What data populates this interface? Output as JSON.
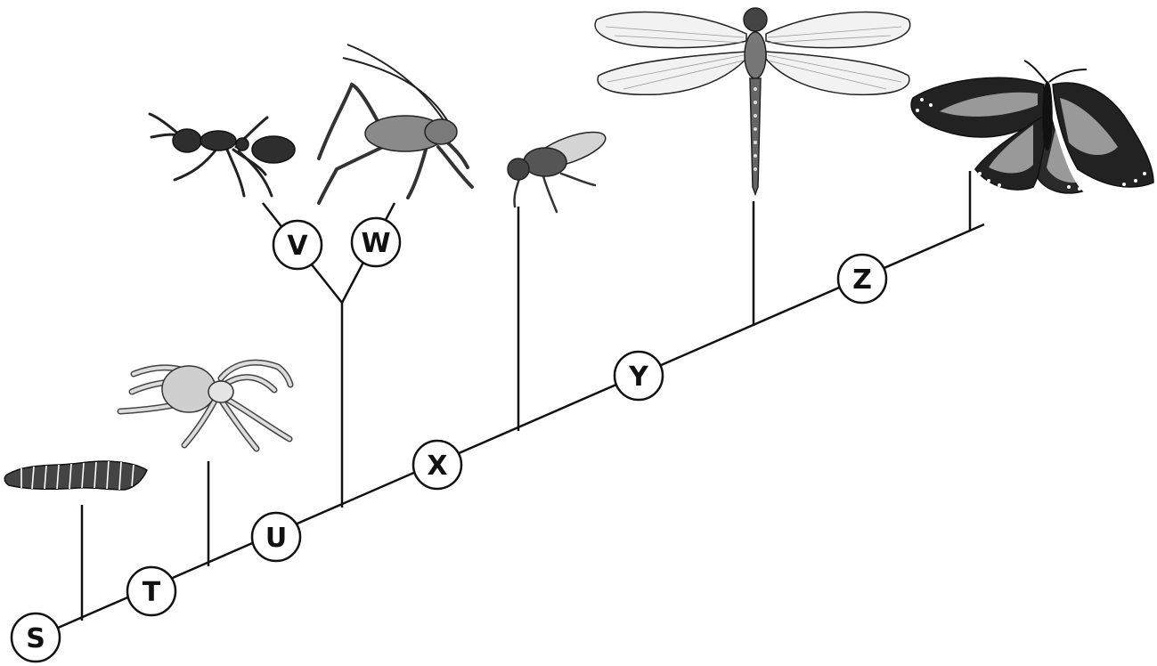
{
  "nodes": [
    {
      "id": "S",
      "label": "S"
    },
    {
      "id": "T",
      "label": "T"
    },
    {
      "id": "U",
      "label": "U"
    },
    {
      "id": "V",
      "label": "V"
    },
    {
      "id": "W",
      "label": "W"
    },
    {
      "id": "X",
      "label": "X"
    },
    {
      "id": "Y",
      "label": "Y"
    },
    {
      "id": "Z",
      "label": "Z"
    }
  ],
  "organisms": [
    {
      "id": "caterpillar",
      "icon": "caterpillar-icon"
    },
    {
      "id": "spider",
      "icon": "spider-icon"
    },
    {
      "id": "ant",
      "icon": "ant-icon"
    },
    {
      "id": "cricket",
      "icon": "cricket-icon"
    },
    {
      "id": "fly",
      "icon": "fly-icon"
    },
    {
      "id": "dragonfly",
      "icon": "dragonfly-icon"
    },
    {
      "id": "butterfly",
      "icon": "butterfly-icon"
    }
  ],
  "colors": {
    "line": "#111111",
    "fill_dark": "#333333",
    "fill_mid": "#8a8a8a",
    "fill_light": "#cfcfcf"
  }
}
